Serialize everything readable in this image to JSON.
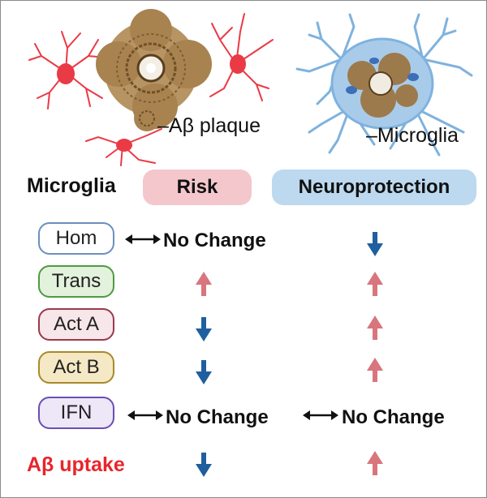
{
  "labels": {
    "plaque": "–Aβ plaque",
    "microglia_cell": "–Microglia",
    "row_header": "Microglia",
    "risk": "Risk",
    "neuroprotection": "Neuroprotection",
    "uptake": "Aβ uptake"
  },
  "states": [
    {
      "label": "Hom",
      "border": "#6b8fc0",
      "fill": "#ffffff",
      "risk": "No Change",
      "neuroprotection": "down"
    },
    {
      "label": "Trans",
      "border": "#4f9a43",
      "fill": "#e3f2dc",
      "risk": "up",
      "neuroprotection": "up"
    },
    {
      "label": "Act A",
      "border": "#9a3a4c",
      "fill": "#f7e6ea",
      "risk": "down",
      "neuroprotection": "up"
    },
    {
      "label": "Act B",
      "border": "#a88a2c",
      "fill": "#f5e8c4",
      "risk": "down",
      "neuroprotection": "up"
    },
    {
      "label": "IFN",
      "border": "#6a4fb0",
      "fill": "#ede7f8",
      "risk": "No Change",
      "neuroprotection": "No Change"
    }
  ],
  "uptake": {
    "risk": "down",
    "neuroprotection": "up"
  },
  "colors": {
    "risk_pill": "#f4c7cc",
    "neuro_pill": "#bcd9ef",
    "up_arrow": "#d9757d",
    "down_arrow": "#1f5f9e",
    "uptake_text": "#e8252b",
    "red_neuron": "#ea3a45",
    "blue_microglia": "#7fb2de",
    "plaque": "#8b6a3e"
  },
  "icons": [
    "red-neuron-icon",
    "amyloid-plaque-icon",
    "blue-microglia-icon",
    "bidirectional-arrow-icon",
    "up-arrow-icon",
    "down-arrow-icon"
  ]
}
